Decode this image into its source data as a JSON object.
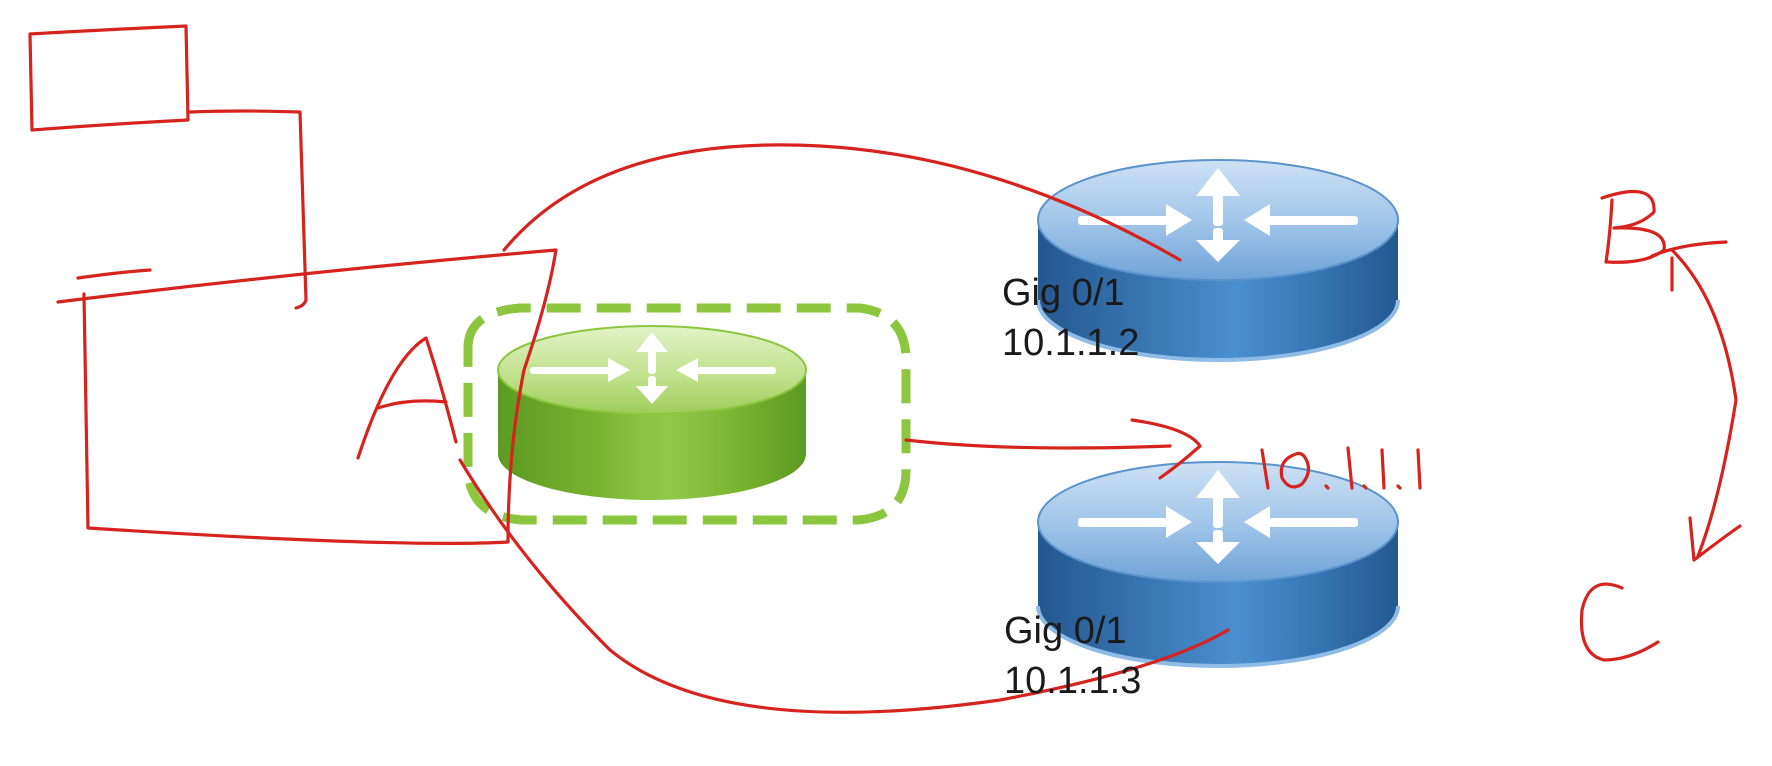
{
  "routers": [
    {
      "name": "B",
      "interface": "Gig 0/1",
      "ip": "10.1.1.2"
    },
    {
      "name": "C",
      "interface": "Gig 0/1",
      "ip": "10.1.1.3"
    }
  ],
  "virtual_router": {
    "address": "10.1.1.1"
  },
  "annotations": {
    "a": "A",
    "b": "B",
    "c": "C",
    "vip": "10.1.1.1"
  },
  "colors": {
    "ink": "#d6231e",
    "router_blue": "#3d7fbf",
    "router_green": "#7fbc35",
    "dashed_outline": "#8cc63f"
  }
}
